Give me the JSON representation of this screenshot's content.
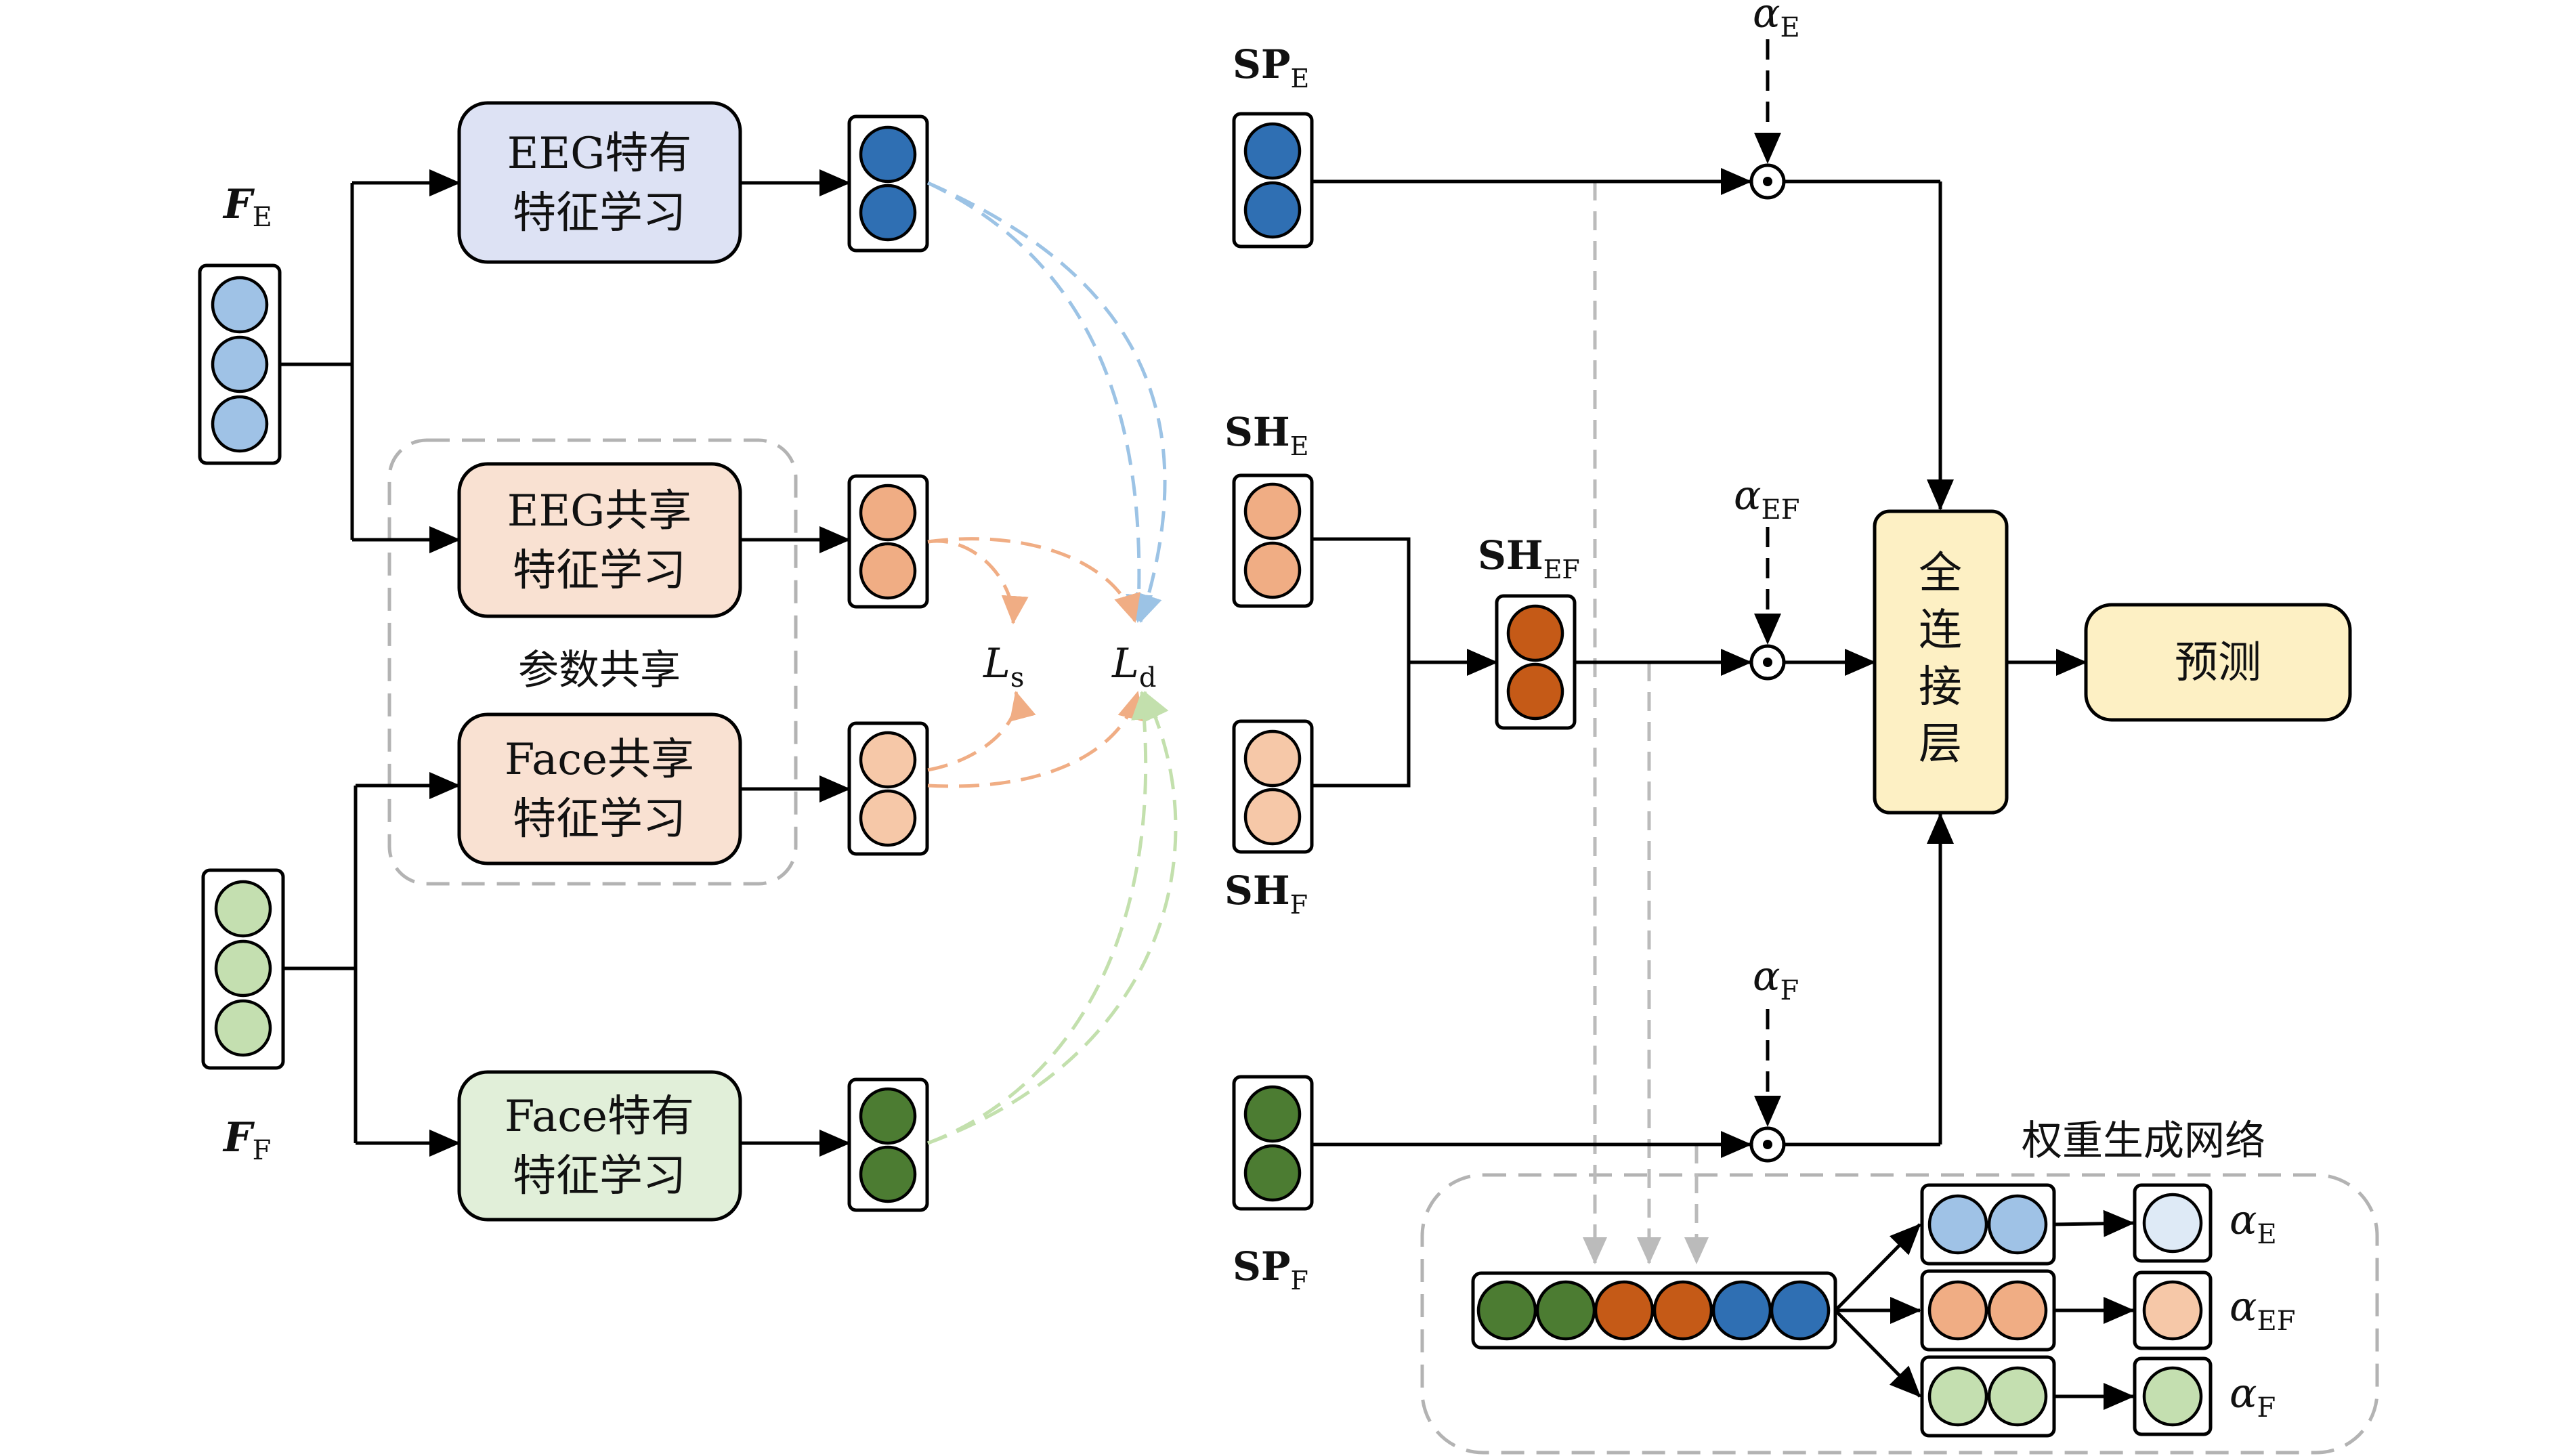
{
  "colors": {
    "eeg_input": "#9fc2e6",
    "eeg_specific": "#2f6fb3",
    "eeg_shared": "#f0ad84",
    "face_shared": "#f6c8a8",
    "face_input": "#c4dfb0",
    "face_specific": "#4c7c32",
    "fused_shared": "#c55a17",
    "box_eeg_specific": "#dde2f4",
    "box_shared": "#f9e1d2",
    "box_face_specific": "#e1efd9",
    "box_fc": "#fdf0c4",
    "curve_blue": "#9cc3e5",
    "curve_orange": "#f0ad84",
    "curve_green": "#c3e0ad",
    "alpha_e": "#deeaf6",
    "alpha_ef": "#f6c8a8",
    "alpha_f": "#c4dfb0"
  },
  "inputs": {
    "eeg": {
      "main": "F",
      "sub": "E"
    },
    "face": {
      "main": "F",
      "sub": "F"
    }
  },
  "boxes": {
    "eeg_specific": [
      "EEG特有",
      "特征学习"
    ],
    "eeg_shared": [
      "EEG共享",
      "特征学习"
    ],
    "face_shared": [
      "Face共享",
      "特征学习"
    ],
    "face_specific": [
      "Face特有",
      "特征学习"
    ],
    "param_share": "参数共享",
    "fc_chars": [
      "全",
      "连",
      "接",
      "层"
    ],
    "predict": "预测",
    "weight_net": "权重生成网络"
  },
  "losses": {
    "ls": {
      "main": "L",
      "sub": "s"
    },
    "ld": {
      "main": "L",
      "sub": "d"
    }
  },
  "features": {
    "sp_e": {
      "main": "SP",
      "sub": "E"
    },
    "sh_e": {
      "main": "SH",
      "sub": "E"
    },
    "sh_f": {
      "main": "SH",
      "sub": "F"
    },
    "sh_ef": {
      "main": "SH",
      "sub": "EF"
    },
    "sp_f": {
      "main": "SP",
      "sub": "F"
    }
  },
  "weights": {
    "alpha_e": {
      "main": "α",
      "sub": "E"
    },
    "alpha_ef": {
      "main": "α",
      "sub": "EF"
    },
    "alpha_f": {
      "main": "α",
      "sub": "F"
    }
  }
}
